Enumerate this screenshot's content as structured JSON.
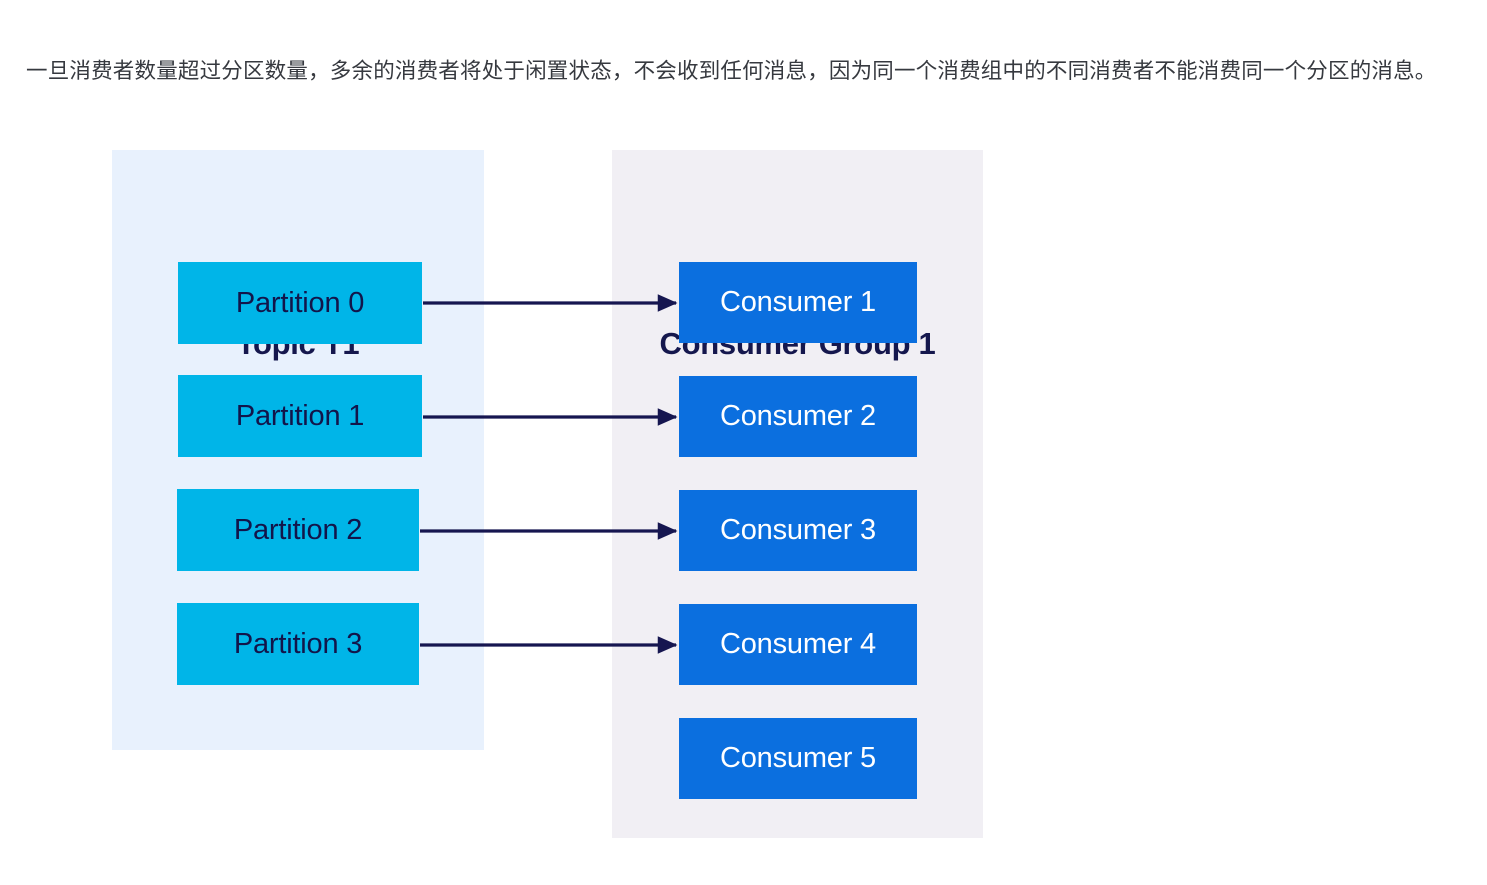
{
  "paragraph": {
    "text": "一旦消费者数量超过分区数量，多余的消费者将处于闲置状态，不会收到任何消息，因为同一个消费组中的不同消费者不能消费同一个分区的消息。"
  },
  "diagram": {
    "type": "kafka-consumer-group-diagram",
    "topic_panel": {
      "title": "Topic T1",
      "background_color": "#e8f1fd",
      "node_color": "#00b5e8",
      "node_text_color": "#12154a",
      "partitions": [
        {
          "label": "Partition 0"
        },
        {
          "label": "Partition 1"
        },
        {
          "label": "Partition 2"
        },
        {
          "label": "Partition 3"
        }
      ]
    },
    "group_panel": {
      "title": "Consumer Group 1",
      "background_color": "#f1eff4",
      "node_color": "#0b6fdf",
      "node_text_color": "#ffffff",
      "consumers": [
        {
          "label": "Consumer 1",
          "assigned": true
        },
        {
          "label": "Consumer 2",
          "assigned": true
        },
        {
          "label": "Consumer 3",
          "assigned": true
        },
        {
          "label": "Consumer 4",
          "assigned": true
        },
        {
          "label": "Consumer 5",
          "assigned": false
        }
      ]
    },
    "connections": [
      {
        "from": "Partition 0",
        "to": "Consumer 1"
      },
      {
        "from": "Partition 1",
        "to": "Consumer 2"
      },
      {
        "from": "Partition 2",
        "to": "Consumer 3"
      },
      {
        "from": "Partition 3",
        "to": "Consumer 4"
      }
    ],
    "arrow_color": "#161650",
    "title_color": "#15174d"
  }
}
